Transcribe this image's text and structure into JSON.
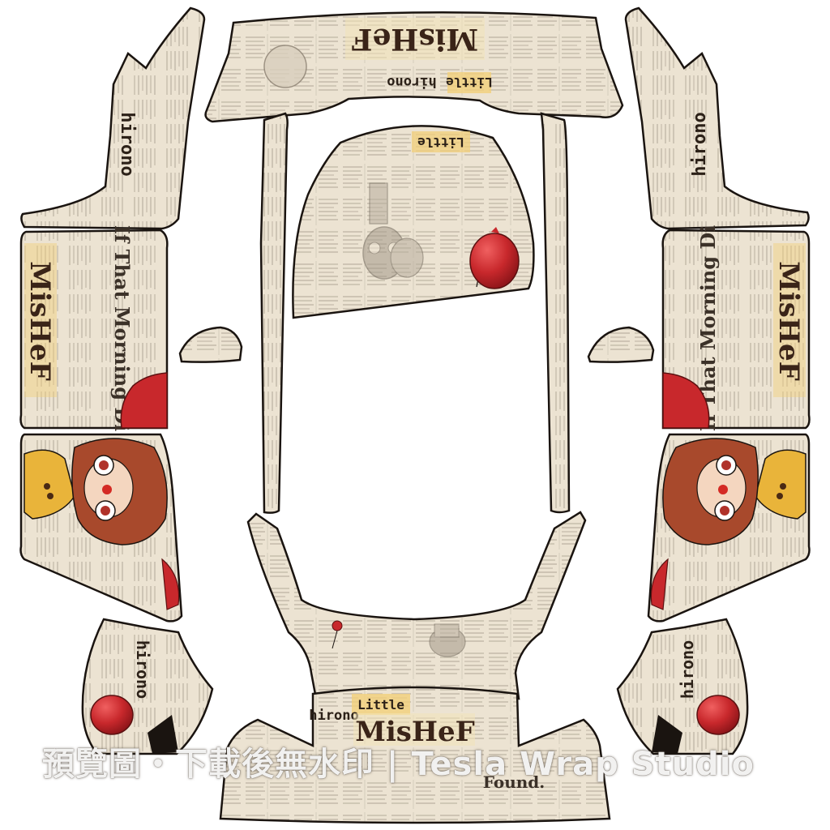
{
  "design": {
    "brand_word": "MisHeF",
    "prefix_word": "Little",
    "character_name": "hirono",
    "headline_text": "If That Morning Di",
    "bottom_word": "Found."
  },
  "watermark": {
    "text": "預覽圖・下載後無水印 | Tesla Wrap Studio"
  },
  "colors": {
    "paper": "#ece3d2",
    "paper_dark": "#d8ccb6",
    "ink": "#1a1410",
    "balloon_red": "#c8282c",
    "hair_brown": "#a8492c",
    "tag_yellow": "#f2cf7a",
    "costume_yellow": "#e9b43a"
  }
}
